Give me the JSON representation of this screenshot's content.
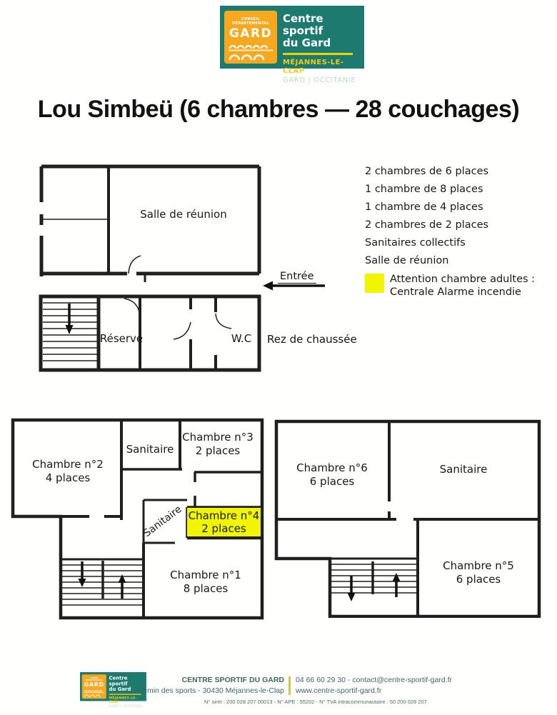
{
  "logo": {
    "council_line1": "CONSEIL",
    "council_line2": "DÉPARTEMENTAL",
    "council_name": "GARD",
    "name_line1": "Centre sportif",
    "name_line2": "du Gard",
    "location": "MÉJANNES-LE-CLAP",
    "region": "GARD | OCCITANIE"
  },
  "page": {
    "title": "Lou Simbeü (6 chambres — 28 couchages)"
  },
  "ground_floor": {
    "meeting_room": "Salle de réunion",
    "entrance": "Entrée",
    "storage": "Réserve",
    "wc": "W.C",
    "level_label": "Rez de chaussée"
  },
  "legend": {
    "items": [
      "2 chambres de 6 places",
      "1 chambre de 8 places",
      "1 chambre de 4 places",
      "2 chambres de 2 places",
      "Sanitaires collectifs",
      "Salle de réunion"
    ],
    "warning_line1": "Attention chambre adultes :",
    "warning_line2": "Centrale Alarme incendie"
  },
  "first_floor": {
    "room2_name": "Chambre n°2",
    "room2_capacity": "4 places",
    "sanitary_top": "Sanitaire",
    "room3_name": "Chambre n°3",
    "room3_capacity": "2 places",
    "sanitary_small": "Sanitaire",
    "room4_name": "Chambre n°4",
    "room4_capacity": "2 places",
    "room1_name": "Chambre n°1",
    "room1_capacity": "8 places"
  },
  "second_floor": {
    "room6_name": "Chambre n°6",
    "room6_capacity": "6 places",
    "sanitary": "Sanitaire",
    "room5_name": "Chambre n°5",
    "room5_capacity": "6 places"
  },
  "footer": {
    "org_name": "CENTRE SPORTIF DU GARD",
    "address": "chemin des sports - 30430 Méjannes-le-Clap",
    "phone_email": "04 66 60 29 30 - contact@centre-sportif-gard.fr",
    "website": "www.centre-sportif-gard.fr",
    "legal": "N° siret : 200 028 207 00013 - N° APE : 55202 - N° TVA intracommunautaire : 50 200 028 207"
  },
  "colors": {
    "accent_teal": "#1d7a6e",
    "accent_orange": "#f6a81f",
    "highlight_yellow": "#f2f500"
  }
}
